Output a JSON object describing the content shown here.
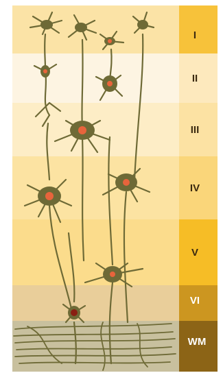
{
  "layers": [
    {
      "label": "I",
      "band_color": "#fbe3a6",
      "tab_color": "#f7c23a",
      "label_color": "#3b2a10"
    },
    {
      "label": "II",
      "band_color": "#fdf4e2",
      "tab_color": "#fde9bd",
      "label_color": "#3b2a10"
    },
    {
      "label": "III",
      "band_color": "#fdedc6",
      "tab_color": "#fce2a3",
      "label_color": "#3b2a10"
    },
    {
      "label": "IV",
      "band_color": "#fce3a2",
      "tab_color": "#fad67a",
      "label_color": "#3b2a10"
    },
    {
      "label": "V",
      "band_color": "#fbdc8c",
      "tab_color": "#f6bd26",
      "label_color": "#3b2a10"
    },
    {
      "label": "VI",
      "band_color": "#e9ce9a",
      "tab_color": "#cc9620",
      "label_color": "#ffffff"
    },
    {
      "label": "WM",
      "band_color": "#c8c09e",
      "tab_color": "#8c6416",
      "label_color": "#ffffff"
    }
  ],
  "colors": {
    "neuron": "#6e6a36",
    "soma_dark": "#5a5a30",
    "nucleus": "#e8643c",
    "dark_nucleus": "#8a1f12"
  }
}
